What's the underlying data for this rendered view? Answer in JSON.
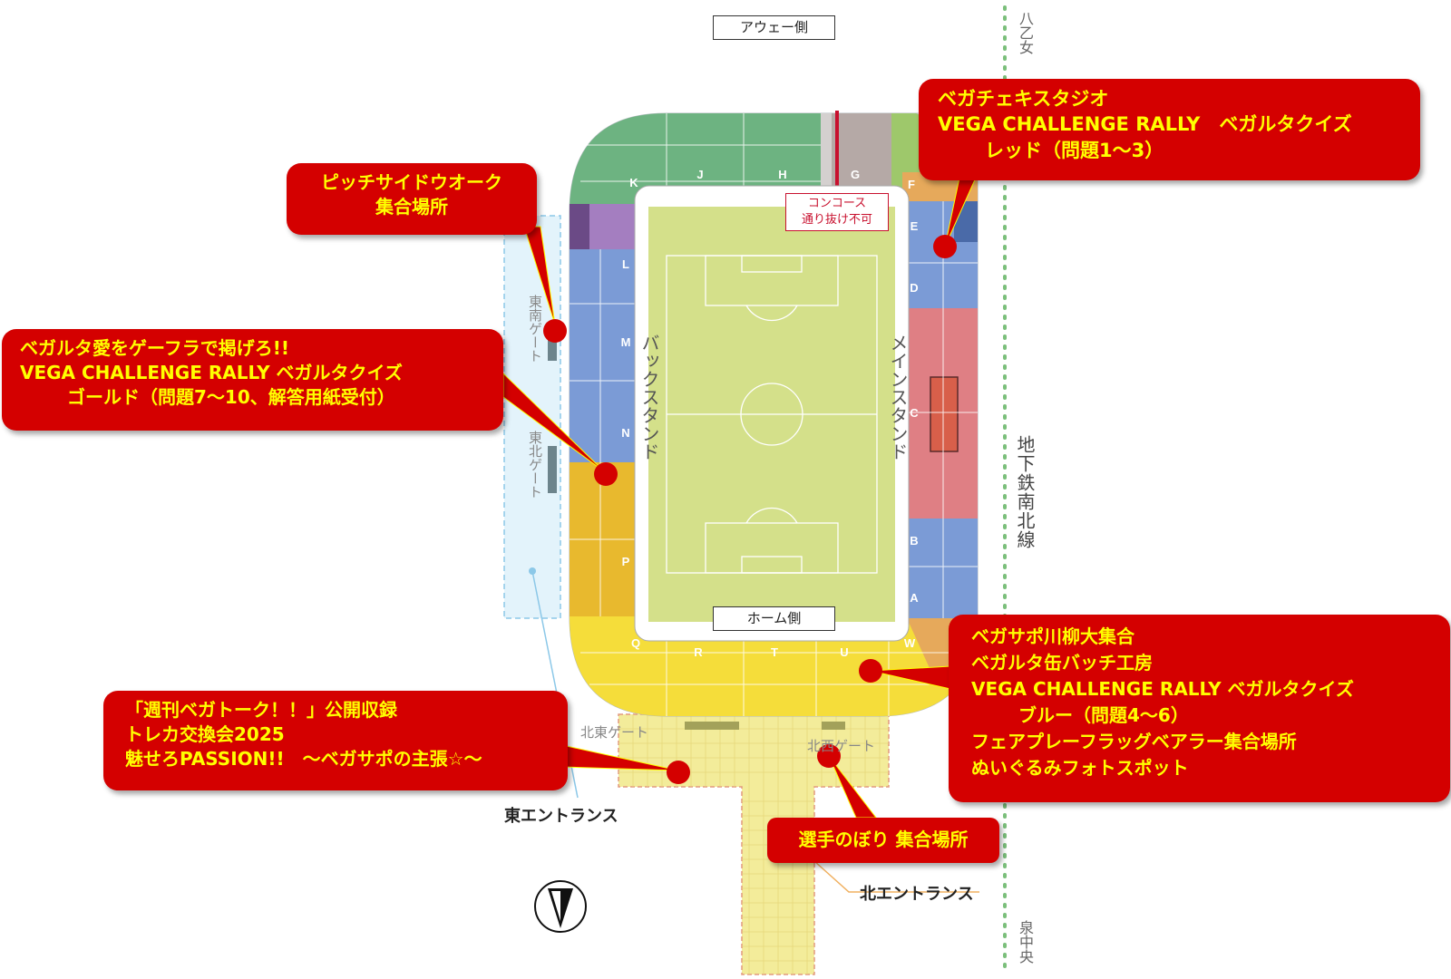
{
  "labels": {
    "away_side": "アウェー側",
    "home_side": "ホーム側",
    "concourse_line1": "コンコース",
    "concourse_line2": "通り抜け不可",
    "back_stand": "バックスタンド",
    "main_stand": "メインスタンド",
    "southeast_gate": "東南ゲート",
    "northeast_gate_east": "東北ゲート",
    "north_east_gate": "北東ゲート",
    "north_west_gate": "北西ゲート",
    "east_entrance": "東エントランス",
    "north_entrance": "北エントランス",
    "subway_line": "地下鉄南北線",
    "station_top": "八乙女",
    "station_bottom": "泉中央"
  },
  "sections": {
    "K": "K",
    "J": "J",
    "H": "H",
    "G": "G",
    "F": "F",
    "E": "E",
    "D": "D",
    "C": "C",
    "B": "B",
    "A": "A",
    "L": "L",
    "M": "M",
    "N": "N",
    "P": "P",
    "Q": "Q",
    "R": "R",
    "T": "T",
    "U": "U",
    "W": "W"
  },
  "callouts": {
    "pitchside": [
      "ピッチサイドウオーク",
      "集合場所"
    ],
    "chekki": [
      "ベガチェキスタジオ",
      "VEGA CHALLENGE RALLY　ベガルタクイズ",
      "レッド（問題1～3）"
    ],
    "gefura": [
      "ベガルタ愛をゲーフラで掲げろ!!",
      "VEGA CHALLENGE RALLY ベガルタクイズ",
      "ゴールド（問題7～10、解答用紙受付）"
    ],
    "senryu": [
      "ベガサポ川柳大集合",
      "ベガルタ缶バッチ工房",
      "VEGA CHALLENGE RALLY ベガルタクイズ",
      "ブルー（問題4～6）",
      "フェアプレーフラッグベアラー集合場所",
      "ぬいぐるみフォトスポット"
    ],
    "talk": [
      "「週刊ベガトーク！！」公開収録",
      "トレカ交換会2025",
      "魅せろPASSION!!　～ベガサポの主張☆～"
    ],
    "nobori": [
      "選手のぼり 集合場所"
    ]
  },
  "colors": {
    "green": "#6db381",
    "blue": "#7b9bd6",
    "red": "#df7f84",
    "gold": "#e8b92e",
    "yellow": "#f5dd3a",
    "purple": "#a47ec0",
    "pitch": "#d4e08a",
    "callout": "#d40000",
    "callout_text": "#ffff00"
  },
  "icons": [
    "north-arrow-icon",
    "event-marker-icon"
  ]
}
